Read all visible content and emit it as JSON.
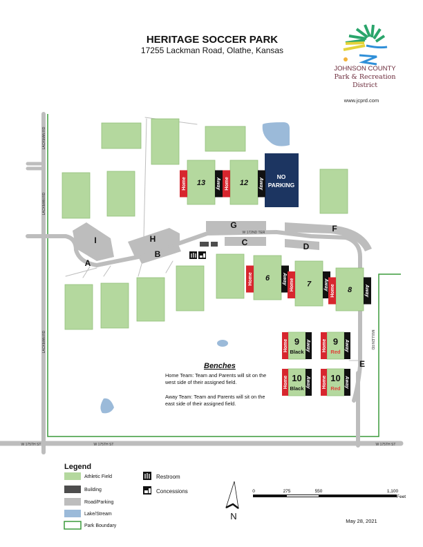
{
  "header": {
    "title": "HERITAGE SOCCER PARK",
    "address": "17255 Lackman Road, Olathe, Kansas"
  },
  "logo": {
    "org_line1": "JOHNSON COUNTY",
    "org_line2": "Park & Recreation",
    "org_line3": "District",
    "website": "www.jcprd.com"
  },
  "roads": {
    "lackman_north": "LACKMAN RD",
    "lackman_mid": "LACKMAN RD",
    "lackman_south": "LACKMAN RD",
    "w172nd": "W 172ND TER",
    "w175th_west": "W 175TH ST",
    "w175th_mid": "W 175TH ST",
    "w175th_east": "W 175TH ST",
    "mullen": "MULLEN RD"
  },
  "parking_lots": [
    "A",
    "B",
    "C",
    "D",
    "E",
    "F",
    "G",
    "H",
    "I"
  ],
  "no_parking": {
    "line1": "NO",
    "line2": "PARKING"
  },
  "fields": {
    "f13": "13",
    "f12": "12",
    "f6": "6",
    "f7": "7",
    "f8": "8",
    "f9b_num": "9",
    "f9b_color": "Black",
    "f9r_num": "9",
    "f9r_color": "Red",
    "f10b_num": "10",
    "f10b_color": "Black",
    "f10r_num": "10",
    "f10r_color": "Red"
  },
  "bench_labels": {
    "home": "Home",
    "away": "Away"
  },
  "benches": {
    "title": "Benches",
    "home_line1": "Home Team: Team and Parents will sit on the",
    "home_line2": "west side of their assigned field.",
    "away_line1": "Away Team: Team and Parents will sit on the",
    "away_line2": "east side of their assigned field."
  },
  "legend": {
    "title": "Legend",
    "items": [
      {
        "label": "Athletic Field",
        "color": "#b4d89e"
      },
      {
        "label": "Building",
        "color": "#4d4d4d"
      },
      {
        "label": "Road/Parking",
        "color": "#bdbdbd"
      },
      {
        "label": "Lake/Stream",
        "color": "#9bbad9"
      },
      {
        "label": "Park Boundary",
        "color": "#3a9a3a"
      }
    ],
    "restroom": "Restroom",
    "concessions": "Concessions"
  },
  "north_label": "N",
  "scale": {
    "ticks": [
      "0",
      "275",
      "550",
      "1,100"
    ],
    "unit": "Feet"
  },
  "date": "May 28, 2021",
  "colors": {
    "home": "#d7262e",
    "away": "#111111",
    "no_parking": "#1c3561",
    "red_text": "#e0413b"
  }
}
